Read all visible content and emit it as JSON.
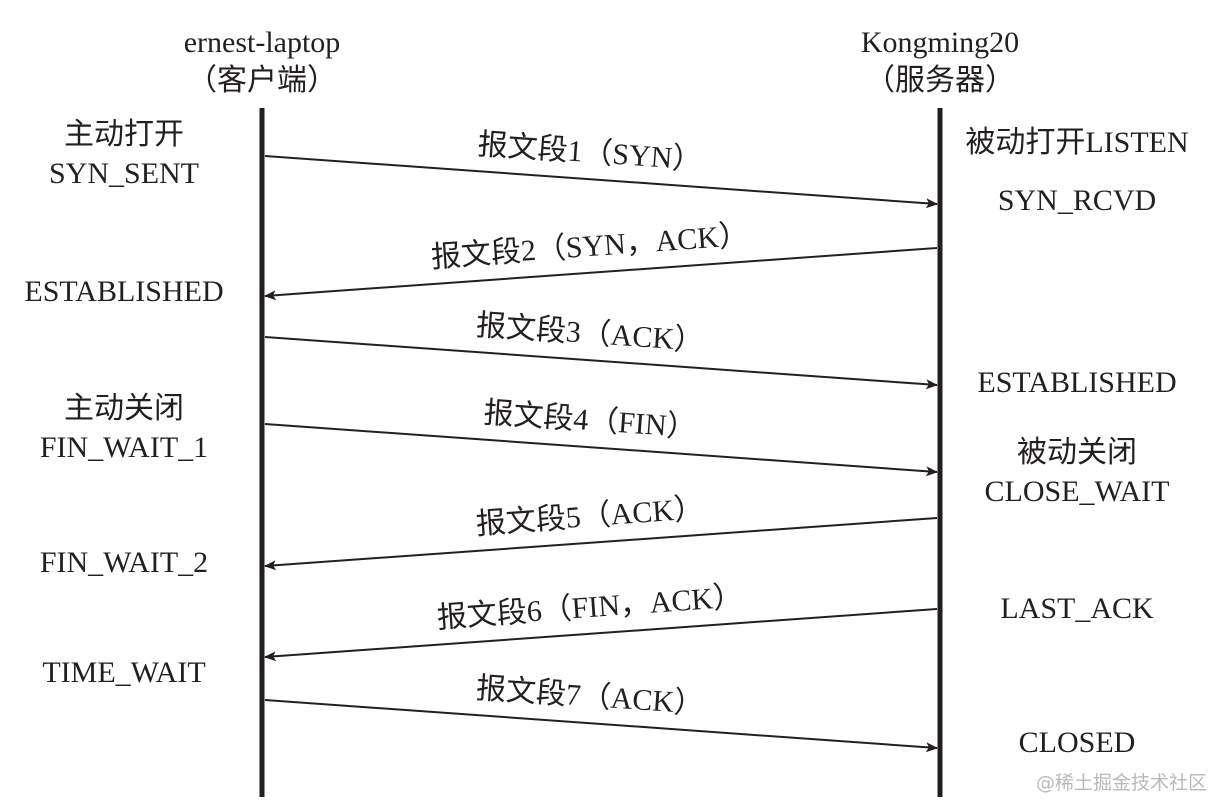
{
  "client": {
    "hostname": "ernest-laptop",
    "role": "（客户端）"
  },
  "server": {
    "hostname": "Kongming20",
    "role": "（服务器）"
  },
  "client_states": {
    "active_open": "主动打开",
    "syn_sent": "SYN_SENT",
    "established": "ESTABLISHED",
    "active_close": "主动关闭",
    "fin_wait_1": "FIN_WAIT_1",
    "fin_wait_2": "FIN_WAIT_2",
    "time_wait": "TIME_WAIT"
  },
  "server_states": {
    "passive_open_listen": "被动打开LISTEN",
    "syn_rcvd": "SYN_RCVD",
    "established": "ESTABLISHED",
    "passive_close": "被动关闭",
    "close_wait": "CLOSE_WAIT",
    "last_ack": "LAST_ACK",
    "closed": "CLOSED"
  },
  "segments": [
    {
      "label": "报文段1（SYN）",
      "direction": "client-to-server"
    },
    {
      "label": "报文段2（SYN，ACK）",
      "direction": "server-to-client"
    },
    {
      "label": "报文段3（ACK）",
      "direction": "client-to-server"
    },
    {
      "label": "报文段4（FIN）",
      "direction": "client-to-server"
    },
    {
      "label": "报文段5（ACK）",
      "direction": "server-to-client"
    },
    {
      "label": "报文段6（FIN，ACK）",
      "direction": "server-to-client"
    },
    {
      "label": "报文段7（ACK）",
      "direction": "client-to-server"
    }
  ],
  "watermark": "@稀土掘金技术社区",
  "colors": {
    "ink": "#231f20",
    "watermark": "#b9b9b9"
  }
}
